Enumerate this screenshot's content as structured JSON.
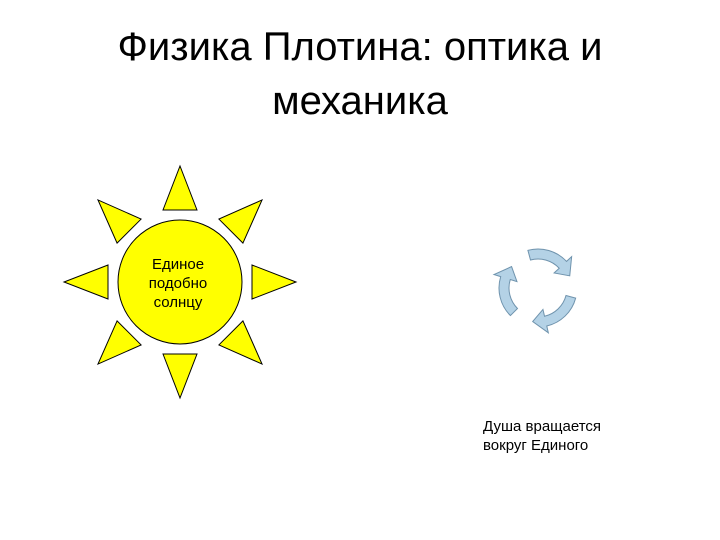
{
  "title": {
    "line1": "Физика Плотина: оптика и",
    "line2": "механика"
  },
  "sun": {
    "label_lines": [
      "Единое",
      "подобно",
      "солнцу"
    ],
    "fill_color": "#ffff00",
    "stroke_color": "#000000",
    "ray_count": 8
  },
  "cycle": {
    "arrow_count": 3,
    "arrow_fill": "#b4d2e6",
    "arrow_stroke": "#6f93ad"
  },
  "soul_text": {
    "line1": "Душа вращается",
    "line2": "вокруг Единого"
  }
}
